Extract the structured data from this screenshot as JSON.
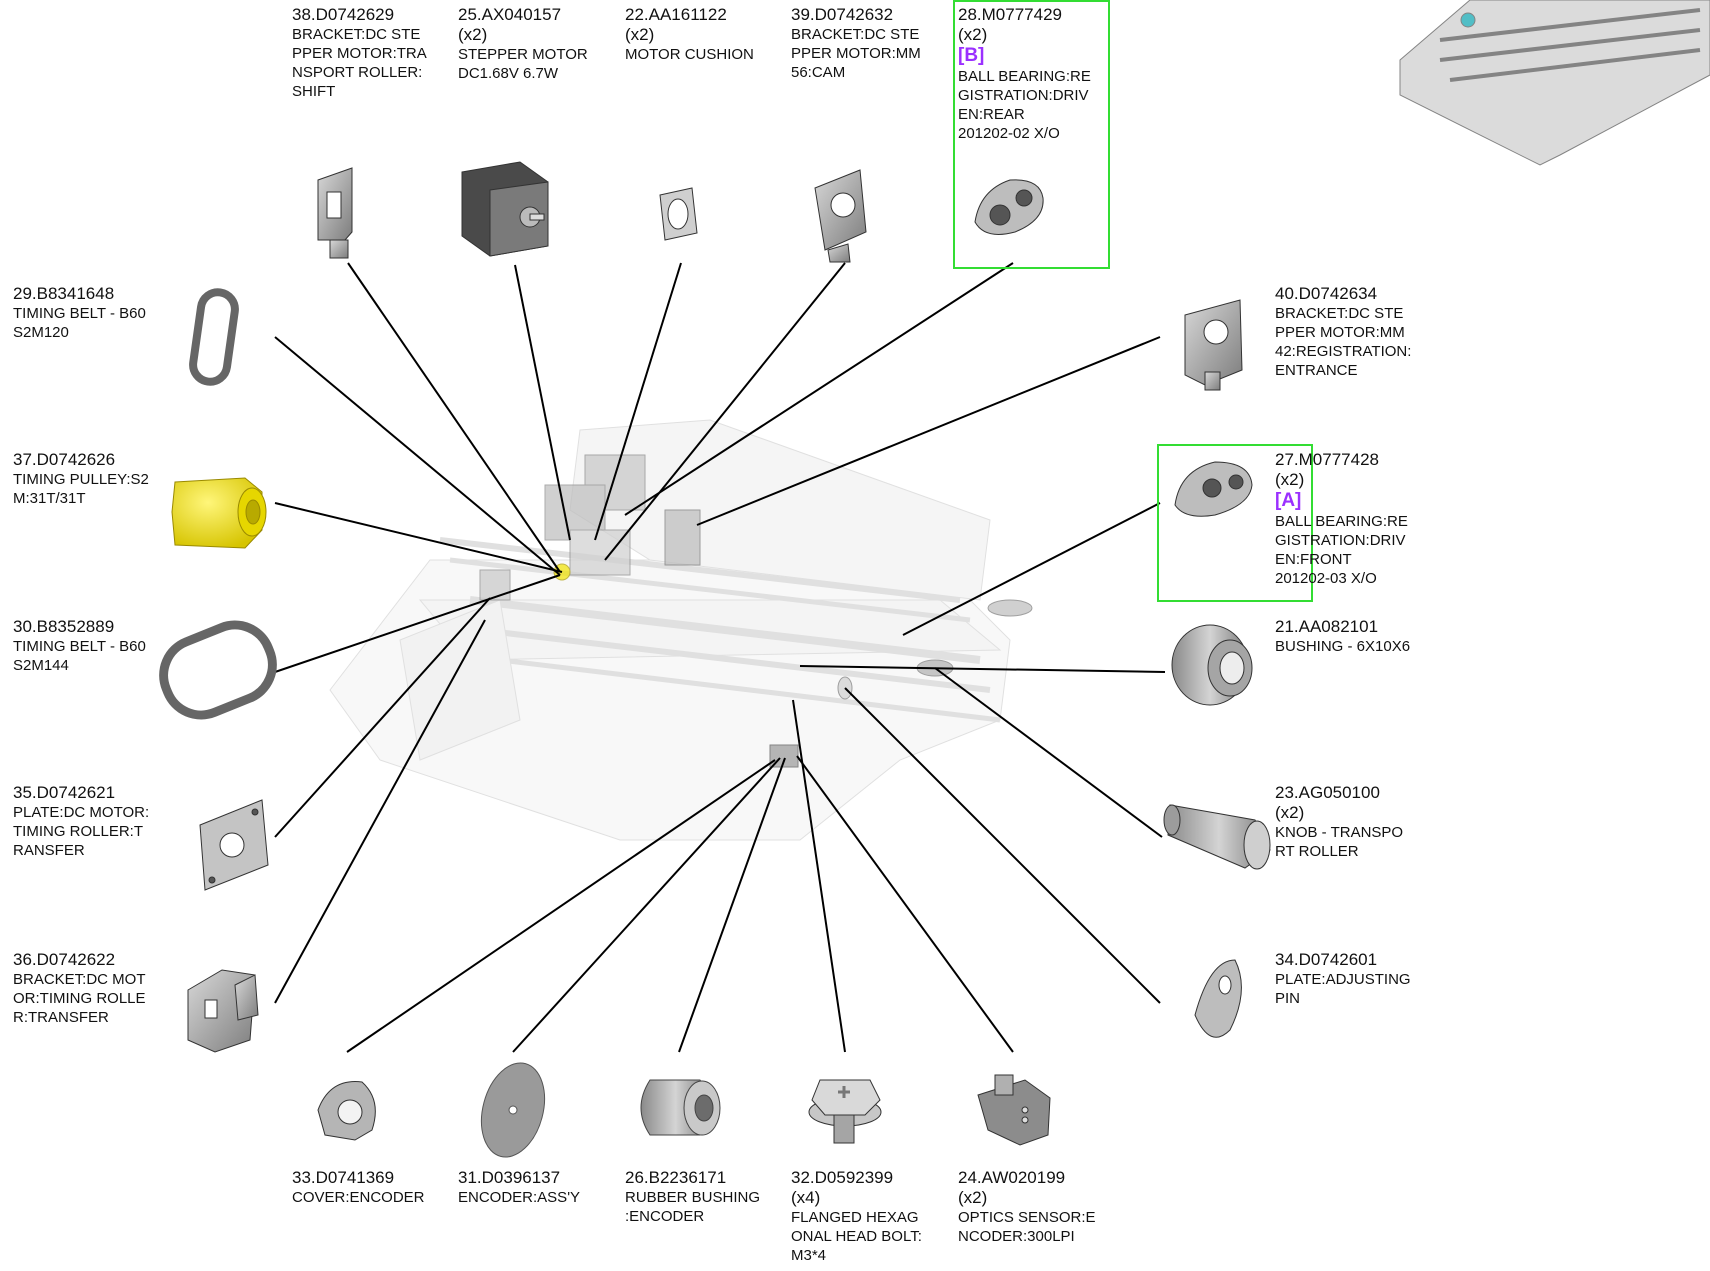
{
  "parts": [
    {
      "id": "p38",
      "pn": "38.D0742629",
      "qty": "",
      "ref": "",
      "desc": "BRACKET:DC STE\nPPER MOTOR:TRA\nNSPORT ROLLER:\nSHIFT",
      "icon": "bracket-icon"
    },
    {
      "id": "p25",
      "pn": "25.AX040157",
      "qty": "(x2)",
      "ref": "",
      "desc": "STEPPER MOTOR\nDC1.68V 6.7W",
      "icon": "stepper-motor-icon"
    },
    {
      "id": "p22",
      "pn": "22.AA161122",
      "qty": "(x2)",
      "ref": "",
      "desc": "MOTOR CUSHION",
      "icon": "motor-cushion-icon"
    },
    {
      "id": "p39",
      "pn": "39.D0742632",
      "qty": "",
      "ref": "",
      "desc": "BRACKET:DC STE\nPPER MOTOR:MM\n56:CAM",
      "icon": "bracket-icon"
    },
    {
      "id": "p28",
      "pn": "28.M0777429",
      "qty": "(x2)",
      "ref": "[B]",
      "desc": "BALL BEARING:RE\nGISTRATION:DRIV\nEN:REAR\n201202-02 X/O",
      "icon": "bearing-icon"
    },
    {
      "id": "p29",
      "pn": "29.B8341648",
      "qty": "",
      "ref": "",
      "desc": "TIMING BELT - B60\nS2M120",
      "icon": "timing-belt-icon"
    },
    {
      "id": "p40",
      "pn": "40.D0742634",
      "qty": "",
      "ref": "",
      "desc": "BRACKET:DC STE\nPPER MOTOR:MM\n42:REGISTRATION:\nENTRANCE",
      "icon": "bracket-icon"
    },
    {
      "id": "p37",
      "pn": "37.D0742626",
      "qty": "",
      "ref": "",
      "desc": "TIMING PULLEY:S2\nM:31T/31T",
      "icon": "pulley-icon"
    },
    {
      "id": "p27",
      "pn": "27.M0777428",
      "qty": "(x2)",
      "ref": "[A]",
      "desc": "BALL BEARING:RE\nGISTRATION:DRIV\nEN:FRONT\n201202-03 X/O",
      "icon": "bearing-icon"
    },
    {
      "id": "p30",
      "pn": "30.B8352889",
      "qty": "",
      "ref": "",
      "desc": "TIMING BELT - B60\nS2M144",
      "icon": "timing-belt-icon"
    },
    {
      "id": "p21",
      "pn": "21.AA082101",
      "qty": "",
      "ref": "",
      "desc": "BUSHING - 6X10X6",
      "icon": "bushing-icon"
    },
    {
      "id": "p35",
      "pn": "35.D0742621",
      "qty": "",
      "ref": "",
      "desc": "PLATE:DC MOTOR:\nTIMING ROLLER:T\nRANSFER",
      "icon": "plate-icon"
    },
    {
      "id": "p23",
      "pn": "23.AG050100",
      "qty": "(x2)",
      "ref": "",
      "desc": "KNOB - TRANSPO\nRT ROLLER",
      "icon": "knob-icon"
    },
    {
      "id": "p36",
      "pn": "36.D0742622",
      "qty": "",
      "ref": "",
      "desc": "BRACKET:DC MOT\nOR:TIMING ROLLE\nR:TRANSFER",
      "icon": "bracket-icon"
    },
    {
      "id": "p34",
      "pn": "34.D0742601",
      "qty": "",
      "ref": "",
      "desc": "PLATE:ADJUSTING\n PIN",
      "icon": "plate-icon"
    },
    {
      "id": "p33",
      "pn": "33.D0741369",
      "qty": "",
      "ref": "",
      "desc": "COVER:ENCODER",
      "icon": "encoder-cover-icon"
    },
    {
      "id": "p31",
      "pn": "31.D0396137",
      "qty": "",
      "ref": "",
      "desc": "ENCODER:ASS'Y",
      "icon": "encoder-disc-icon"
    },
    {
      "id": "p26",
      "pn": "26.B2236171",
      "qty": "",
      "ref": "",
      "desc": "RUBBER BUSHING\n:ENCODER",
      "icon": "rubber-bushing-icon"
    },
    {
      "id": "p32",
      "pn": "32.D0592399",
      "qty": "(x4)",
      "ref": "",
      "desc": "FLANGED HEXAG\nONAL HEAD BOLT:\nM3*4",
      "icon": "hex-bolt-icon"
    },
    {
      "id": "p24",
      "pn": "24.AW020199",
      "qty": "(x2)",
      "ref": "",
      "desc": "OPTICS SENSOR:E\nNCODER:300LPI",
      "icon": "optics-sensor-icon"
    }
  ],
  "colors": {
    "highlight_box": "#33dd33",
    "ref_label": "#9b30ff",
    "pulley": "#f2e400",
    "part_gray": "#9a9a9a"
  }
}
